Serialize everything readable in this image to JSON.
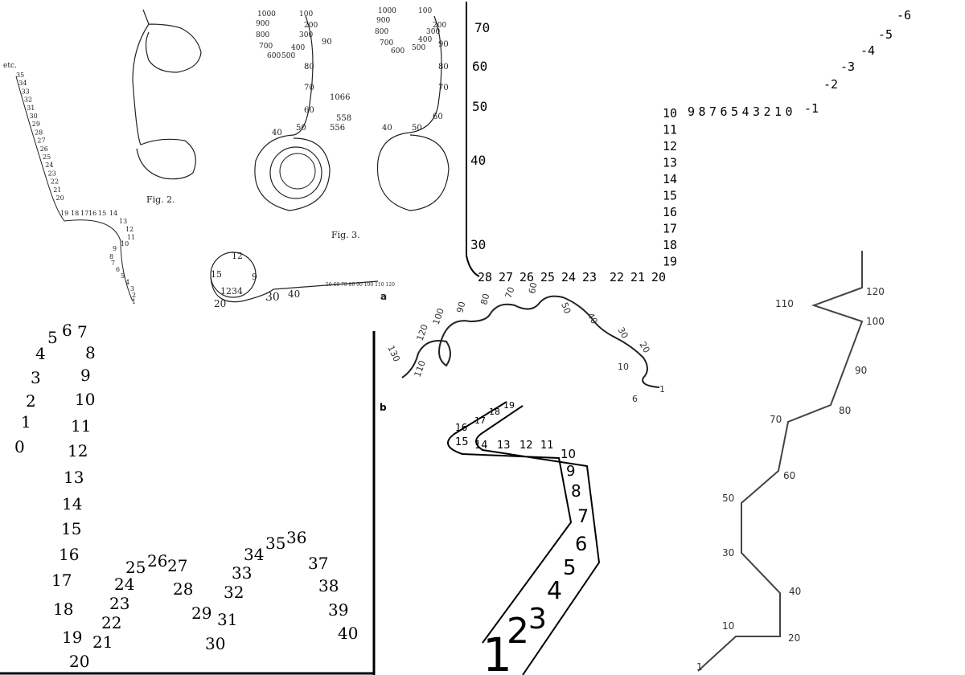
{
  "fig_titles": {
    "fig2": "Fig. 2.",
    "fig3": "Fig. 3."
  },
  "etc": "etc.",
  "panel_labels": {
    "a": "a",
    "b": "b"
  },
  "left_chain": [
    "etc.",
    "35",
    "34",
    "33",
    "32",
    "31",
    "30",
    "29",
    "28",
    "27",
    "26",
    "25",
    "24",
    "23",
    "22",
    "21",
    "20",
    "19",
    "18",
    "17",
    "16",
    "15",
    "14",
    "13",
    "12",
    "11",
    "10",
    "9",
    "8",
    "7",
    "6",
    "5",
    "4",
    "3",
    "2",
    "1"
  ],
  "small_spiral": [
    "12",
    "15",
    "9",
    "1234",
    "20",
    "30",
    "40"
  ],
  "small_spiral_tail": "50 60 70 80 90 100 110 120",
  "fig3_left": [
    "1000",
    "100",
    "900",
    "800",
    "700",
    "600",
    "500",
    "400",
    "300",
    "200",
    "90",
    "80",
    "70",
    "60",
    "50",
    "40",
    "1066",
    "558",
    "556"
  ],
  "fig3_right": [
    "1000",
    "100",
    "900",
    "800",
    "700",
    "600",
    "500",
    "400",
    "300",
    "200",
    "90",
    "80",
    "70",
    "60",
    "50",
    "40"
  ],
  "digital_left_axis": [
    "70",
    "60",
    "50",
    "40",
    "30"
  ],
  "digital_bottom": [
    "28",
    "27",
    "26",
    "25",
    "24",
    "23",
    "22",
    "21",
    "20"
  ],
  "digital_column": [
    "10",
    "11",
    "12",
    "13",
    "14",
    "15",
    "16",
    "17",
    "18",
    "19"
  ],
  "digital_top_row": [
    "9",
    "8",
    "7",
    "6",
    "5",
    "4",
    "3",
    "2",
    "1",
    "0",
    "-1"
  ],
  "digital_negatives": [
    "-2",
    "-3",
    "-4",
    "-5",
    "-6"
  ],
  "arc_labels": [
    "130",
    "120",
    "110",
    "100",
    "90",
    "80",
    "70",
    "60",
    "50",
    "40",
    "30",
    "20",
    "10",
    "6",
    "1"
  ],
  "zig_labels": [
    "1",
    "10",
    "20",
    "30",
    "40",
    "50",
    "60",
    "70",
    "80",
    "90",
    "100",
    "110",
    "120"
  ],
  "serif_numbers": [
    "0",
    "1",
    "2",
    "3",
    "4",
    "5",
    "6",
    "7",
    "8",
    "9",
    "10",
    "11",
    "12",
    "13",
    "14",
    "15",
    "16",
    "17",
    "18",
    "19",
    "20",
    "21",
    "22",
    "23",
    "24",
    "25",
    "26",
    "27",
    "28",
    "29",
    "30",
    "31",
    "32",
    "33",
    "34",
    "35",
    "36",
    "37",
    "38",
    "39",
    "40"
  ],
  "band_numbers": [
    "1",
    "2",
    "3",
    "4",
    "5",
    "6",
    "7",
    "8",
    "9",
    "10",
    "11",
    "12",
    "13",
    "14",
    "15",
    "16",
    "17",
    "18",
    "19"
  ]
}
